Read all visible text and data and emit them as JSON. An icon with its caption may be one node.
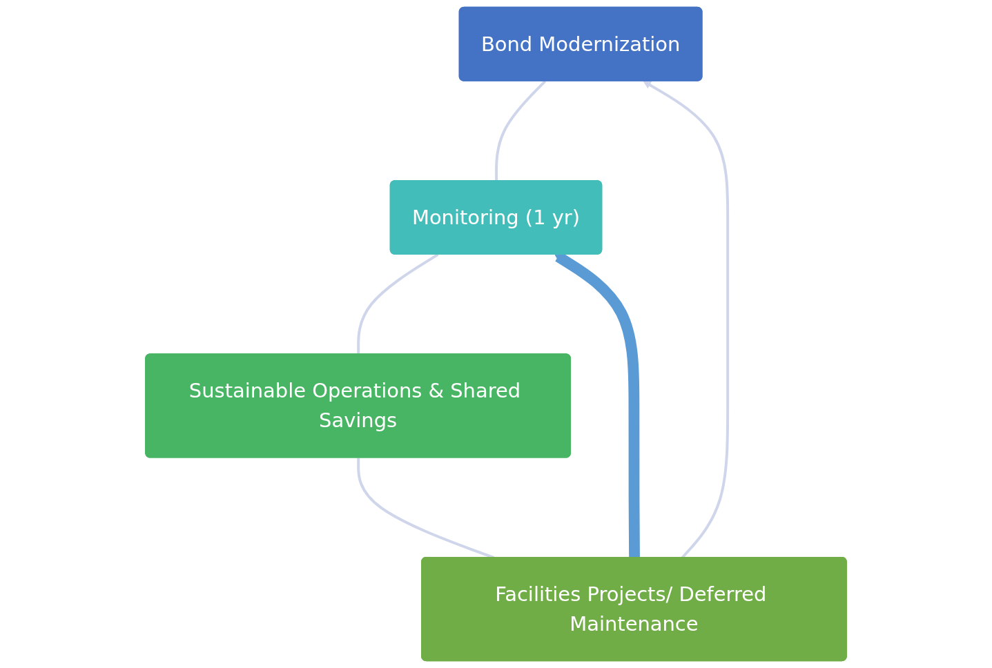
{
  "diagram": {
    "nodes": [
      {
        "text": [
          "Bond Modernization"
        ]
      },
      {
        "text": [
          "Monitoring (1 yr)"
        ]
      },
      {
        "text": [
          "Sustainable Operations & Shared Savings"
        ]
      },
      {
        "text": [
          "Facilities Projects/ Deferred Maintenance"
        ]
      }
    ],
    "edges": [
      {
        "from": 0,
        "to": 1,
        "arrow": "none",
        "color": "#cfd5ea"
      },
      {
        "from": 1,
        "to": 2,
        "arrow": "none",
        "color": "#cfd5ea"
      },
      {
        "from": 2,
        "to": 3,
        "arrow": "none",
        "color": "#cfd5ea"
      },
      {
        "from": 3,
        "to": 0,
        "arrow": "to",
        "color": "#cfd5ea"
      },
      {
        "from": 3,
        "to": 1,
        "arrow": "to",
        "style": "thick",
        "color": "#5b9bd5"
      }
    ]
  }
}
